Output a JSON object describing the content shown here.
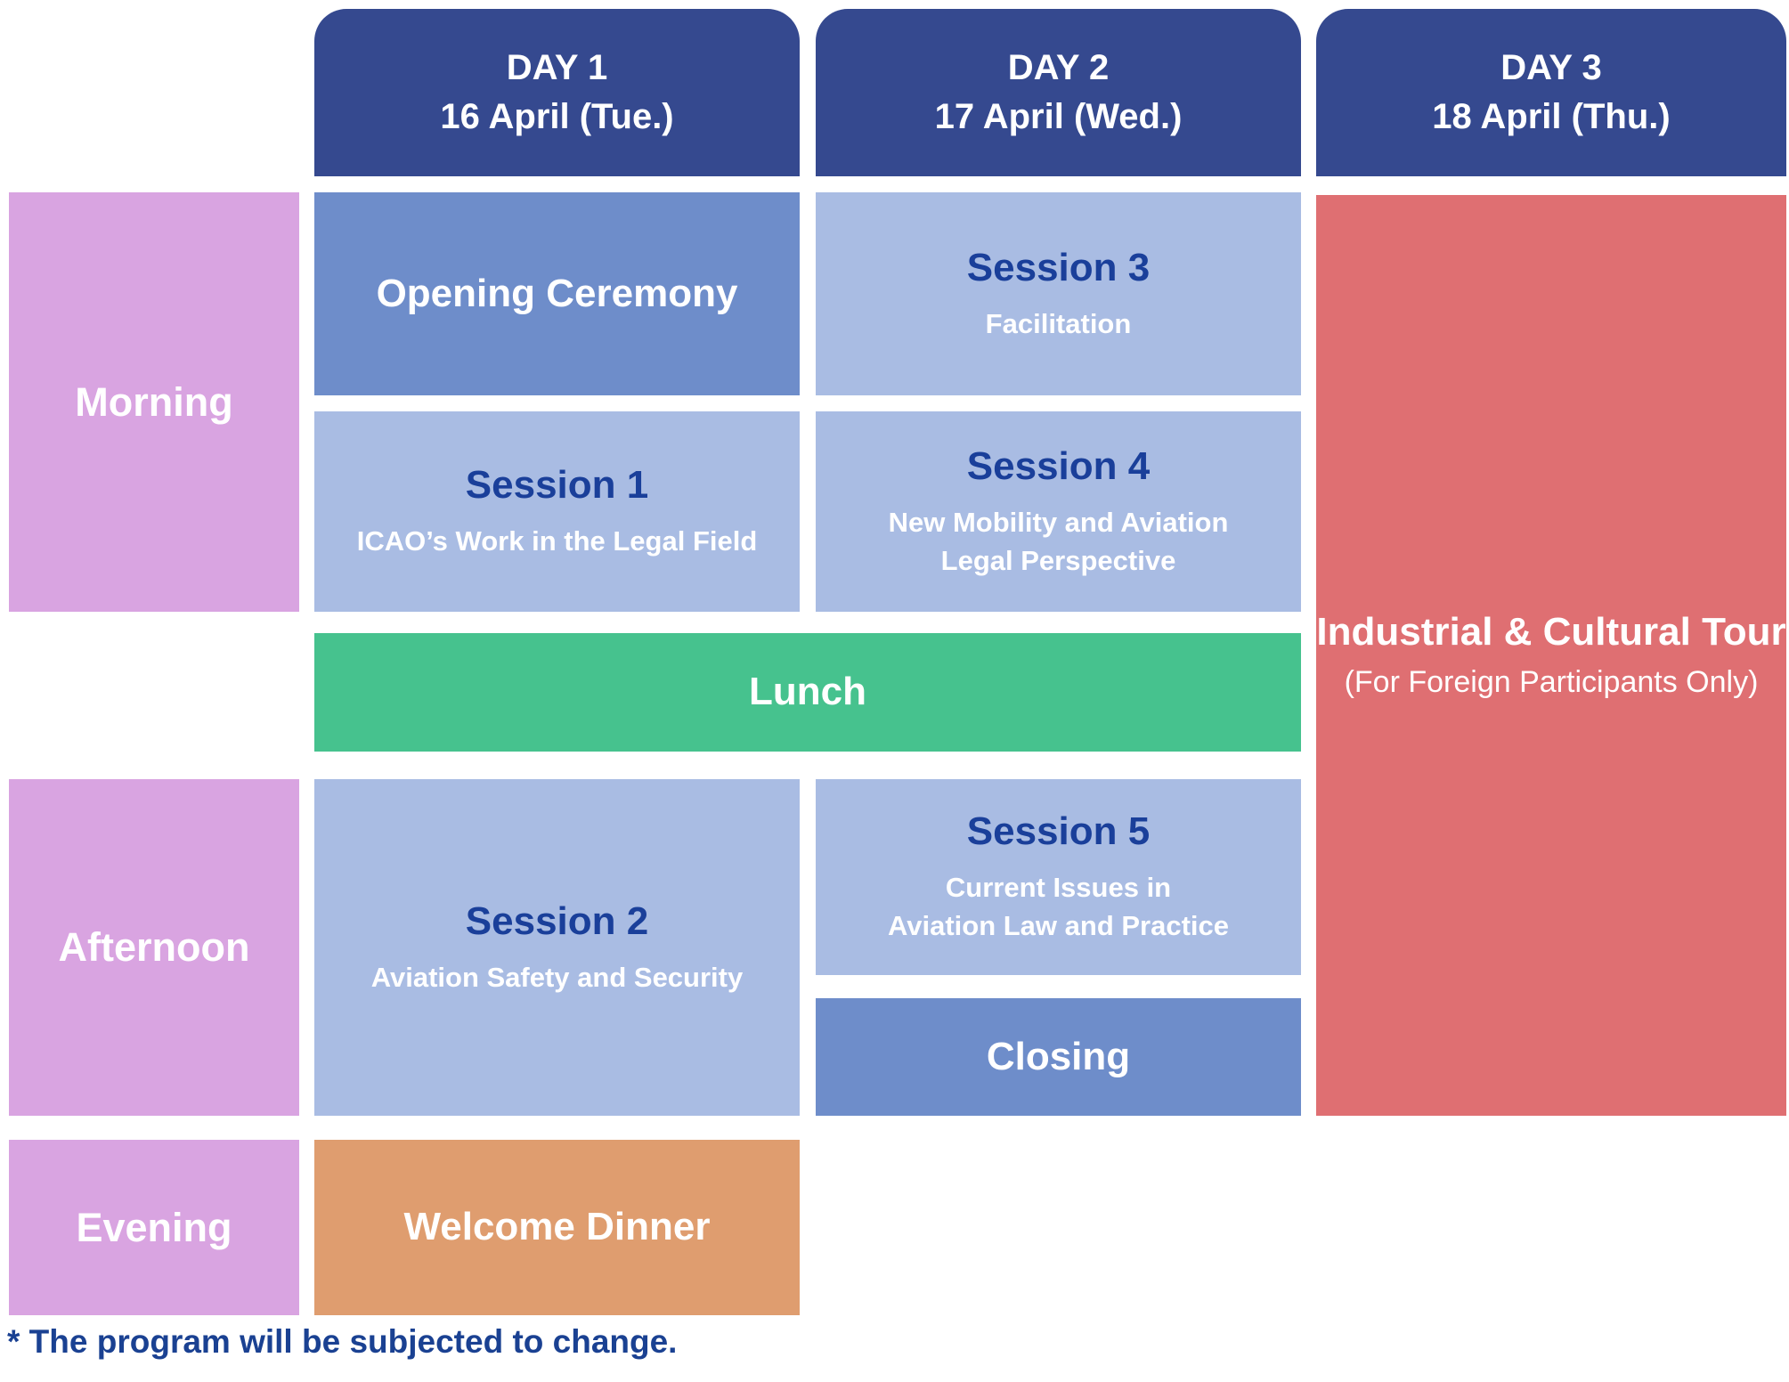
{
  "colors": {
    "headerBlue": "#35498f",
    "midBlue": "#6e8dca",
    "lightBlue": "#a9bce3",
    "titleBlue": "#1a3f9a",
    "pink": "#d9a4e1",
    "green": "#46c28e",
    "red": "#df6f72",
    "orange": "#df9d6f",
    "footnoteBlue": "#1a4192"
  },
  "days": [
    {
      "title": "DAY 1",
      "date": "16 April (Tue.)"
    },
    {
      "title": "DAY 2",
      "date": "17 April (Wed.)"
    },
    {
      "title": "DAY 3",
      "date": "18 April (Thu.)"
    }
  ],
  "rows": [
    {
      "label": "Morning"
    },
    {
      "label": "Afternoon"
    },
    {
      "label": "Evening"
    }
  ],
  "events": {
    "opening": {
      "title": "Opening Ceremony"
    },
    "session1": {
      "title": "Session 1",
      "subtitle": "ICAO’s Work in the Legal Field"
    },
    "session3": {
      "title": "Session 3",
      "subtitle": "Facilitation"
    },
    "session4": {
      "title": "Session 4",
      "subtitle": "New Mobility and Aviation\nLegal Perspective"
    },
    "lunch": {
      "title": "Lunch"
    },
    "session2": {
      "title": "Session 2",
      "subtitle": "Aviation Safety and Security"
    },
    "session5": {
      "title": "Session 5",
      "subtitle": "Current Issues in\nAviation Law and Practice"
    },
    "closing": {
      "title": "Closing"
    },
    "tour": {
      "title": "Industrial & Cultural Tour",
      "subtitle": "(For Foreign Participants Only)"
    },
    "dinner": {
      "title": "Welcome Dinner"
    }
  },
  "footnote": "* The program will be subjected to change."
}
